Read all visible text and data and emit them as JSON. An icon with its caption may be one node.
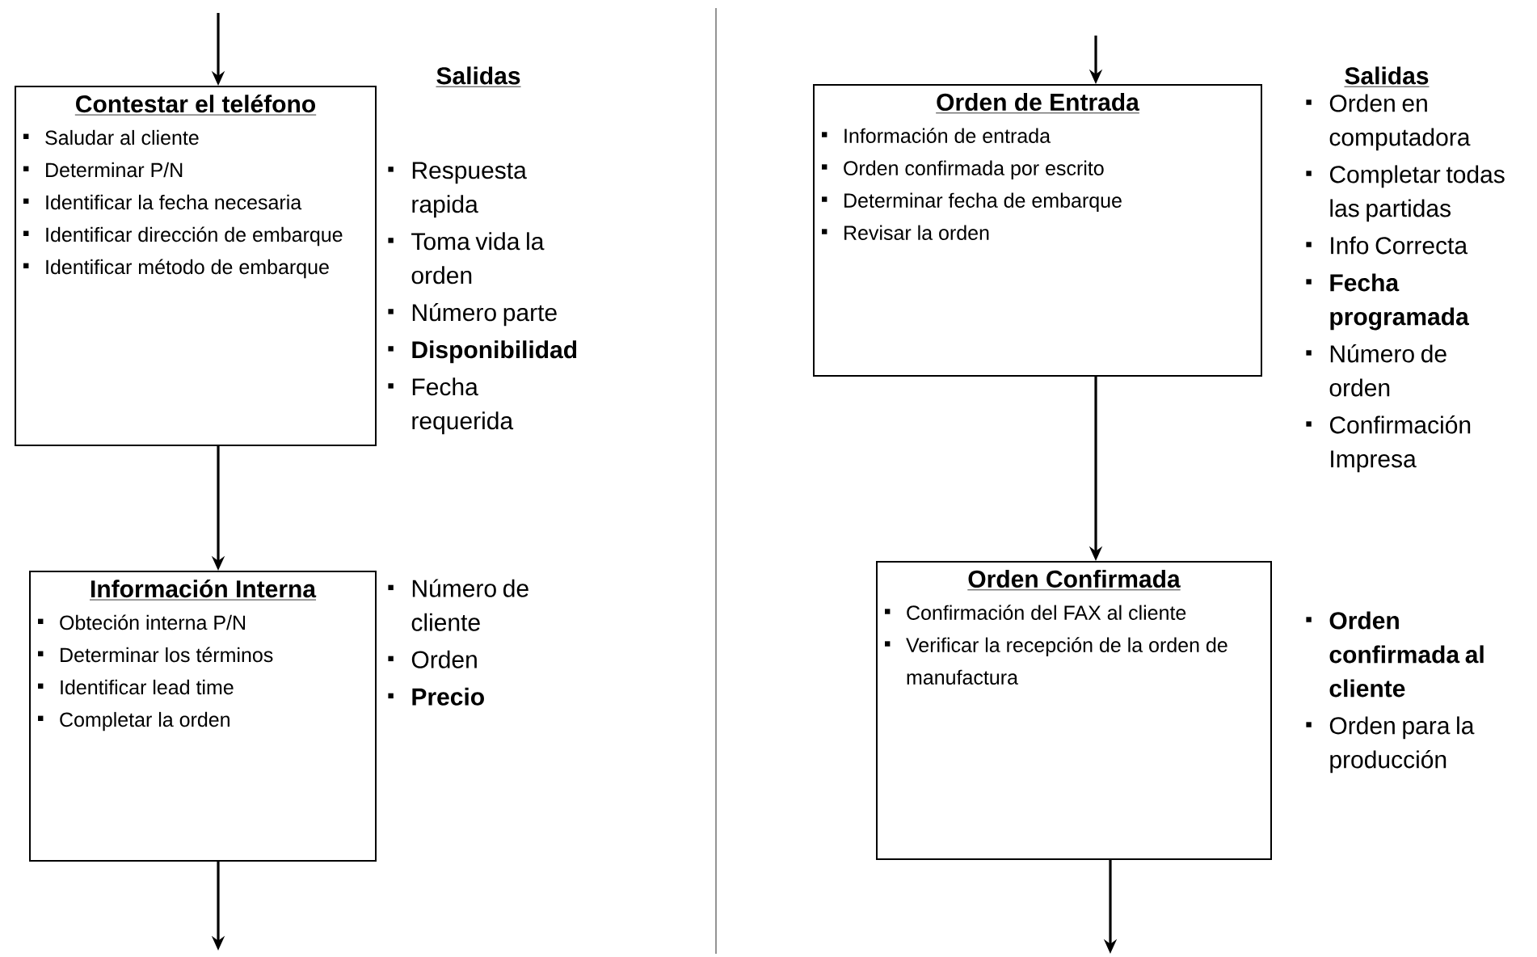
{
  "diagram": {
    "nodes": [
      {
        "text": [
          "Contestar el teléfono",
          "Saludar al cliente",
          "Determinar P/N",
          "Identificar la fecha necesaria",
          "Identificar dirección de embarque",
          "Identificar método de embarque"
        ],
        "beside": [
          "Respuesta rapida",
          "Toma vida la orden",
          "Número parte",
          "**Disponibilidad**",
          "Fecha requerida"
        ]
      },
      {
        "text": [
          "Información Interna",
          "Obteción interna  P/N",
          "Determinar los  términos",
          "Identificar lead time",
          "Completar la orden"
        ],
        "beside": [
          "Número de cliente",
          "Orden",
          "**Precio**"
        ]
      },
      {
        "text": [
          "Orden de Entrada",
          "Información de entrada",
          "Orden confirmada por escrito",
          "Determinar fecha de embarque",
          "Revisar la orden"
        ],
        "beside": [
          "Orden en computadora",
          "Completar todas las partidas",
          "Info Correcta",
          "**Fecha programada**",
          "Número de orden",
          "Confirmación Impresa"
        ]
      },
      {
        "text": [
          "Orden Confirmada",
          "Confirmación del  FAX al cliente",
          "Verificar la recepción de la orden de manufactura"
        ],
        "beside": [
          "**Orden confirmada al cliente**",
          "Orden para la producción"
        ]
      }
    ],
    "edges": [
      {
        "from": null,
        "to": 0,
        "arrow": "to"
      },
      {
        "from": 0,
        "to": 1,
        "arrow": "to"
      },
      {
        "from": 1,
        "to": null,
        "arrow": "to"
      },
      {
        "from": null,
        "to": 2,
        "arrow": "to"
      },
      {
        "from": 2,
        "to": 3,
        "arrow": "to"
      },
      {
        "from": 3,
        "to": null,
        "arrow": "to"
      }
    ],
    "labels": [
      "Salidas",
      "Salidas"
    ]
  }
}
